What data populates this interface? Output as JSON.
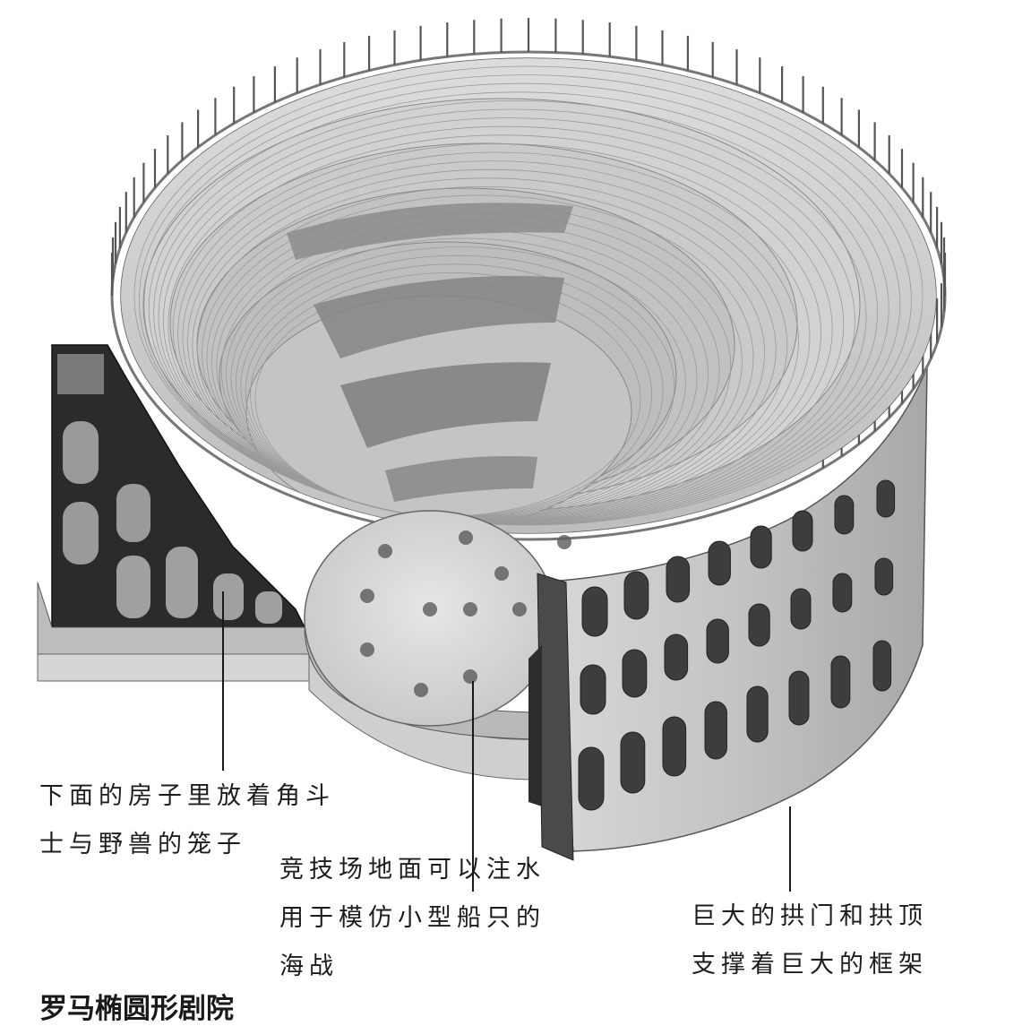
{
  "title": "罗马椭圆形剧院",
  "callouts": {
    "cages": {
      "lines": [
        "下面的房子里放着角斗",
        "士与野兽的笼子"
      ]
    },
    "arena": {
      "lines": [
        "竞技场地面可以注水",
        "用于模仿小型船只的",
        "海战"
      ]
    },
    "arches": {
      "lines": [
        "巨大的拱门和拱顶",
        "支撑着巨大的框架"
      ]
    }
  },
  "colors": {
    "stone_light": "#ebebeb",
    "stone_mid": "#c9c9c9",
    "stone_dark": "#8a8a8a",
    "section_cut": "#2a2a2a",
    "ink": "#1a1a1a"
  }
}
